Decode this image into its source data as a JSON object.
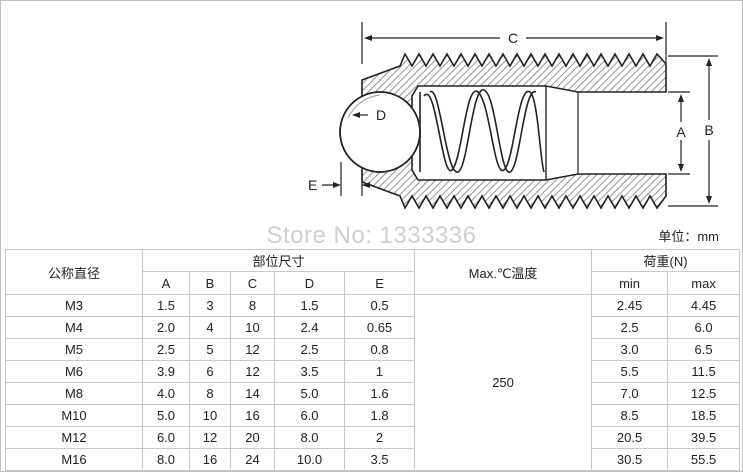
{
  "drawing": {
    "dim_labels": [
      "C",
      "D",
      "A",
      "B",
      "E"
    ]
  },
  "watermark": "Store No: 1333336",
  "unit_label": "单位：mm",
  "table": {
    "header": {
      "size_label": "公称直径",
      "dims_label": "部位尺寸",
      "temp_label": "Max.℃温度",
      "load_label": "荷重(N)"
    },
    "dim_cols": [
      "A",
      "B",
      "C",
      "D",
      "E"
    ],
    "load_cols": [
      "min",
      "max"
    ],
    "temperature": "250",
    "rows": [
      {
        "size": "M3",
        "A": "1.5",
        "B": "3",
        "C": "8",
        "D": "1.5",
        "E": "0.5",
        "min": "2.45",
        "max": "4.45"
      },
      {
        "size": "M4",
        "A": "2.0",
        "B": "4",
        "C": "10",
        "D": "2.4",
        "E": "0.65",
        "min": "2.5",
        "max": "6.0"
      },
      {
        "size": "M5",
        "A": "2.5",
        "B": "5",
        "C": "12",
        "D": "2.5",
        "E": "0.8",
        "min": "3.0",
        "max": "6.5"
      },
      {
        "size": "M6",
        "A": "3.9",
        "B": "6",
        "C": "12",
        "D": "3.5",
        "E": "1",
        "min": "5.5",
        "max": "11.5"
      },
      {
        "size": "M8",
        "A": "4.0",
        "B": "8",
        "C": "14",
        "D": "5.0",
        "E": "1.6",
        "min": "7.0",
        "max": "12.5"
      },
      {
        "size": "M10",
        "A": "5.0",
        "B": "10",
        "C": "16",
        "D": "6.0",
        "E": "1.8",
        "min": "8.5",
        "max": "18.5"
      },
      {
        "size": "M12",
        "A": "6.0",
        "B": "12",
        "C": "20",
        "D": "8.0",
        "E": "2",
        "min": "20.5",
        "max": "39.5"
      },
      {
        "size": "M16",
        "A": "8.0",
        "B": "16",
        "C": "24",
        "D": "10.0",
        "E": "3.5",
        "min": "30.5",
        "max": "55.5"
      }
    ]
  }
}
